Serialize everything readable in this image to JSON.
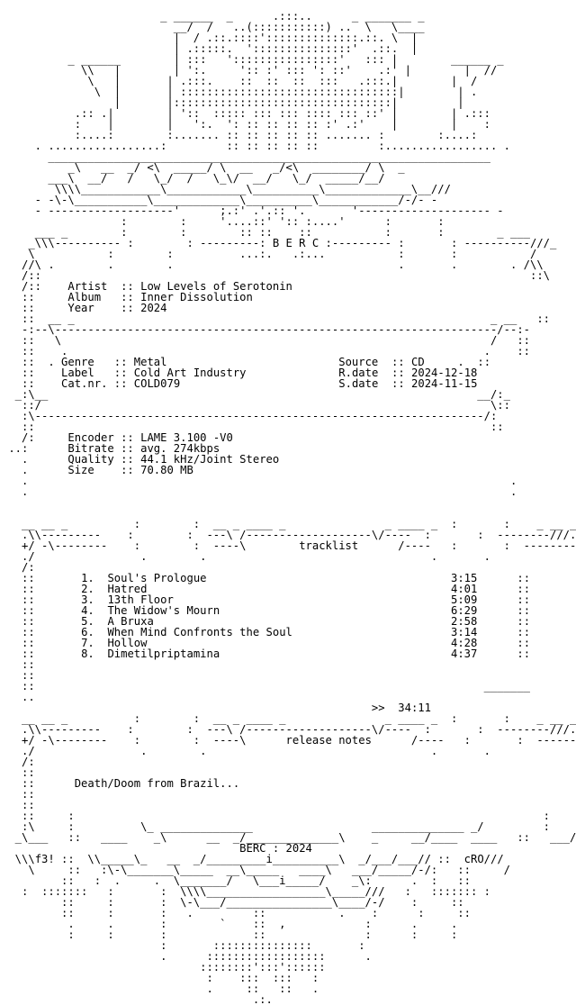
{
  "art": {
    "header": [
      "                        _ ______  _      .:::..      _ _______ _",
      "                          __/  /   ..(:::::::::::) ..  \\   \\____",
      "                          |  / .::.::::'::::::::::::::.::. \\  |",
      "                          | .:::::.  ':::::::::::::::'  .::.  |",
      "          _ ______        | :::   '::::::::::::::::'   ::: |        ______ _",
      "            \\\\   |        | ':.     ':: :' ::: ': ::'    .:' |        |  //",
      "             \\   |       | .:::.    ::  ::  ::  :::   .:::.|        |  /",
      "              \\  |       | :::::::::::::::::::::::::::::::::|        | .",
      "                 |       |:::::::::::::::::::::::::::::::::|         |",
      "           .:: .|        | '::  ::::: ::: ::: :::: ::: ::' |        | .:::",
      "           :    |        |   ':.  ': :: :: :: :: :' .:'    |        |    :",
      "           :....:        :....... :: :: :: :: :: ....... :        :....:",
      "     . .................:         :: :: :: :: ::         :................. .",
      "       ___________________________________________________________________",
      "          _\\   __  _/ <\\  _____/ \\  __   _/<\\  ________/ \\  _",
      "       ___\\  __/   /   \\_/  /   \\_\\/  __/   \\_/  _____/__/",
      "        \\\\\\\\____________\\____________\\__________\\_____________\\__///",
      "     - -\\-\\___________\\_____________\\__________\\____________/-/- -",
      "     - -------------------'      ;.:' .'.:: '.       '-------------------- -",
      "                  :        :     '....::' ':: :....'      :       :",
      "     ___ _        :        :        :: ::    ::           :       :        _ ___",
      "    _\\\\\\---------- :        : ---------: B E R C :--------- :       : ----------///_",
      "    \\           :        :          ...:.   .:...           :       :           /",
      "   //\\ .        .        .                                  .       .        . /\\\\"
    ],
    "meta_frame_top": [
      "   /::                                                                          ::\\"
    ],
    "meta_frame_divider": [
      "   ::  __ _                                                               _ __   ::",
      "   -:--\\-------------------------------------------------------------------/--:-",
      "   ::   \\                                                                 /   ::",
      "   ::    .                                                               .    ::"
    ],
    "meta_frame_divider2": [
      "  _:\\__                                                                 __/:_",
      "   ::/                                                                    \\::",
      "   :\\--------------------------------------------------------------------/:",
      "   ::                                                                     ::"
    ],
    "meta_frame_bottom": [
      "   .                                                                         .",
      "   .                                                                         ."
    ],
    "tracks_header": [
      "   __ __ _          :        :  __ _ ____ _               _ ____ _  :       :    _ __ __",
      "   .\\\\---------    :        :  ---\\ /-------------------\\/----  :       :  --------///.",
      "   +/ -\\--------    :        :  ----\\                    /----   :       :  --------/- \\+",
      "   ./                .        .                                  .       .             \\.",
      "   /:                                                                                   :\\"
    ],
    "tracks_footer": [
      "   ::                                                                    _______       ::",
      "   ..                                                                                  ::"
    ],
    "notes_header": [
      "   __ __ _          :        :  __ _ ____ _               _ ____ _  :       :    _ __ __",
      "   .\\\\---------    :        :  ---\\ /-------------------\\/----  :       :  --------///.",
      "   +/ -\\--------    :        :  ----\\                    /----   :       :  --------/- \\+",
      "   ./                .        .                                  .       .             \\.",
      "   /:                                                                                   :\\",
      "   ::                                                                                   ::"
    ],
    "notes_footer": [
      "   ::                                                                                   ::",
      "   ::                                                                                   ::",
      "   ::     :                                                                       :     ::",
      "   :\\     :          \\_ ______________                  ______________ _/         :    /:",
      "  _\\___   ::   ____    _\\      __  _/______________\\    _     __/____  ____   ::   ___/_"
    ],
    "signature_row": {
      "pre": "  \\\\\\f3! ::",
      "mid": " ::  cRO///"
    },
    "footer": [
      "    \\     ::   :\\-\\_______\\_____  __\\_____   ____\\   ___/_____/-/:   ::     /",
      "         ::   :  .     .  \\_______/   \\___i_____/    _\\:      .  :   ::",
      "   :  :::::::   :       :  \\\\\\\\__________________\\_____///   :   ::::::: :",
      "         ::     :       :  \\-\\___/________________\\____/-/    :     ::",
      "         ::     :       :   .         ::           .    :      :     ::",
      "          .     .       :        `    ::  ,            :      .     .",
      "          :     :       :             ::               :      :     :",
      "                        :       :::::::::::::::       :",
      "                        .      ::::::::::::::::::      .",
      "                              ::::::::':::'::::::",
      "                               :    :::  :::   :",
      "                               .     ::   ::   .",
      "                                      .:.",
      "                                       ::",
      "                                        ."
    ]
  },
  "banner": {
    "group": "B E R C",
    "footer_text": "BERC : 2024",
    "left_sig": "f3!",
    "right_sig": "cRO"
  },
  "release": {
    "artist_label": "Artist",
    "artist": "Low Levels of Serotonin",
    "album_label": "Album",
    "album": "Inner Dissolution",
    "year_label": "Year",
    "year": "2024",
    "genre_label": "Genre",
    "genre": "Metal",
    "label_label": "Label",
    "label": "Cold Art Industry",
    "catnr_label": "Cat.nr.",
    "catnr": "COLD079",
    "source_label": "Source",
    "source": "CD",
    "rdate_label": "R.date",
    "rdate": "2024-12-18",
    "sdate_label": "S.date",
    "sdate": "2024-11-15",
    "encoder_label": "Encoder",
    "encoder": "LAME 3.100 -V0",
    "bitrate_label": "Bitrate",
    "bitrate": "avg. 274kbps",
    "quality_label": "Quality",
    "quality": "44.1 kHz/Joint Stereo",
    "size_label": "Size",
    "size": "70.80 MB",
    "separator": "::"
  },
  "sections": {
    "tracklist": "tracklist",
    "release_notes": "release notes"
  },
  "tracklist": [
    {
      "num": "1.",
      "title": "Soul's Prologue",
      "time": "3:15"
    },
    {
      "num": "2.",
      "title": "Hatred",
      "time": "4:01"
    },
    {
      "num": "3.",
      "title": "13th Floor",
      "time": "5:09"
    },
    {
      "num": "4.",
      "title": "The Widow's Mourn",
      "time": "6:29"
    },
    {
      "num": "5.",
      "title": "A Bruxa",
      "time": "2:58"
    },
    {
      "num": "6.",
      "title": "When Mind Confronts the Soul",
      "time": "3:14"
    },
    {
      "num": "7.",
      "title": "Hollow",
      "time": "4:28"
    },
    {
      "num": "8.",
      "title": "Dimetilpriptamina",
      "time": "4:37"
    }
  ],
  "total": {
    "marker": ">>",
    "time": "34:11"
  },
  "notes": {
    "text": "Death/Doom from Brazil..."
  }
}
